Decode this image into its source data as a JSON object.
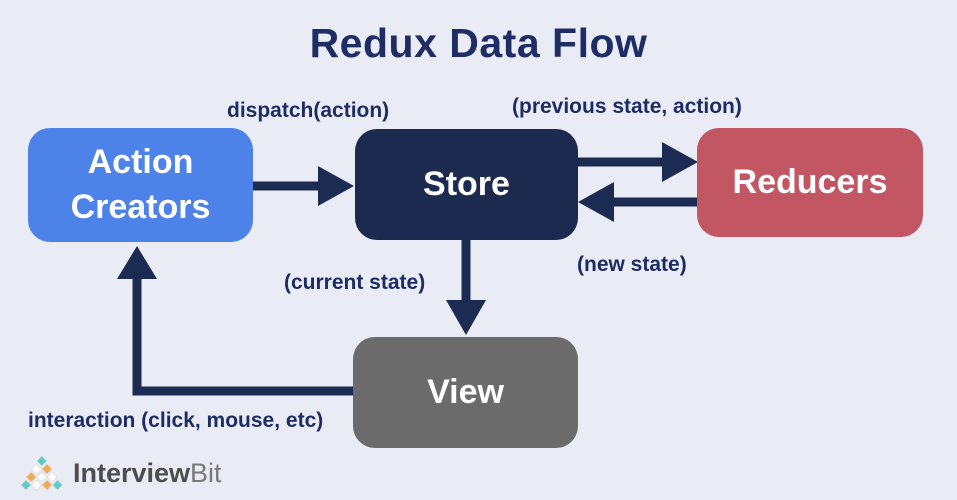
{
  "title": "Redux Data Flow",
  "background": "#e9ecf5",
  "colors": {
    "arrow": "#1c2b51",
    "label_text": "#1d2d63",
    "node_text": "#ffffff"
  },
  "nodes": {
    "action_creators": {
      "label": "Action Creators",
      "color": "#4d82e9"
    },
    "store": {
      "label": "Store",
      "color": "#1b2a4e"
    },
    "reducers": {
      "label": "Reducers",
      "color": "#c25663"
    },
    "view": {
      "label": "View",
      "color": "#6b6b6b"
    }
  },
  "edges": {
    "dispatch": {
      "label": "dispatch(action)",
      "from": "Action Creators",
      "to": "Store"
    },
    "previous_state": {
      "label": "(previous state, action)",
      "from": "Store",
      "to": "Reducers"
    },
    "new_state": {
      "label": "(new state)",
      "from": "Reducers",
      "to": "Store"
    },
    "current_state": {
      "label": "(current state)",
      "from": "Store",
      "to": "View"
    },
    "interaction": {
      "label": "interaction (click, mouse, etc)",
      "from": "View",
      "to": "Action Creators"
    }
  },
  "logo": {
    "brand_primary": "Interview",
    "brand_secondary": "Bit",
    "icon_colors": {
      "teal": "#5fcdc9",
      "orange": "#f3aa4e",
      "white": "#ffffff"
    }
  }
}
